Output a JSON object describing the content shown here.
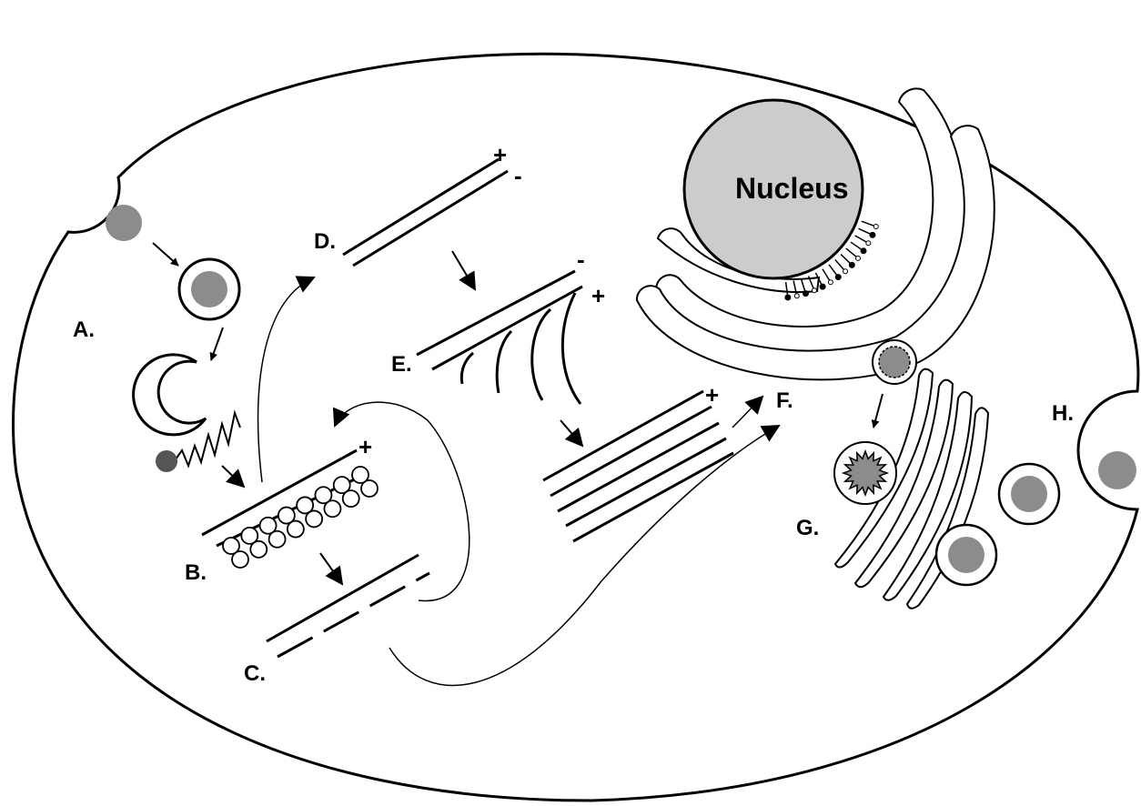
{
  "labels": {
    "a": "A.",
    "b": "B.",
    "c": "C.",
    "d": "D.",
    "e": "E.",
    "f": "F.",
    "g": "G.",
    "h": "H."
  },
  "nucleus": "Nucleus",
  "signs": {
    "plus": "+",
    "minus": "-"
  },
  "colors": {
    "outline": "#000000",
    "nucleus_fill": "#cccccc",
    "cargo_fill": "#8c8c8c",
    "ligand_fill": "#555555",
    "background": "#ffffff"
  }
}
